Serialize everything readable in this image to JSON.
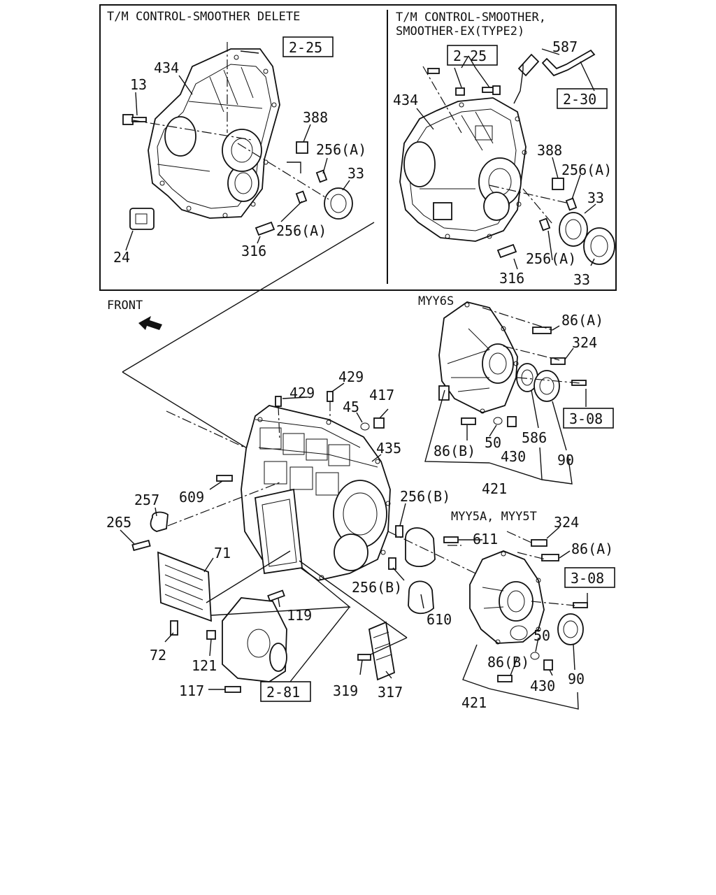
{
  "panels": {
    "left_title": "T/M CONTROL-SMOOTHER DELETE",
    "right_title_line1": "T/M CONTROL-SMOOTHER,",
    "right_title_line2": "SMOOTHER-EX(TYPE2)"
  },
  "front_label": "FRONT",
  "variants": {
    "myy6s": "MYY6S",
    "myy5a": "MYY5A, MYY5T"
  },
  "refs": {
    "r1": "2-25",
    "r2": "2-25",
    "r3": "2-30",
    "r4": "3-08",
    "r5": "3-08",
    "r6": "2-81"
  },
  "labels": {
    "l434a": "434",
    "l13": "13",
    "l388a": "388",
    "l256a1": "256(A)",
    "l33a": "33",
    "l256a2": "256(A)",
    "l24": "24",
    "l316a": "316",
    "l587": "587",
    "l434b": "434",
    "l388b": "388",
    "l256a3": "256(A)",
    "l33b": "33",
    "l256a4": "256(A)",
    "l33c": "33",
    "l316b": "316",
    "l86a1": "86(A)",
    "l324a": "324",
    "l86b1": "86(B)",
    "l50a": "50",
    "l430a": "430",
    "l586": "586",
    "l90a": "90",
    "l421a": "421",
    "l429a": "429",
    "l429b": "429",
    "l45": "45",
    "l417": "417",
    "l435": "435",
    "l609": "609",
    "l257": "257",
    "l265": "265",
    "l71": "71",
    "l256b1": "256(B)",
    "l611": "611",
    "l256b2": "256(B)",
    "l610": "610",
    "l119": "119",
    "l72": "72",
    "l121": "121",
    "l117": "117",
    "l319": "319",
    "l317": "317",
    "l324b": "324",
    "l86a2": "86(A)",
    "l50b": "50",
    "l86b2": "86(B)",
    "l430b": "430",
    "l90b": "90",
    "l421b": "421"
  }
}
